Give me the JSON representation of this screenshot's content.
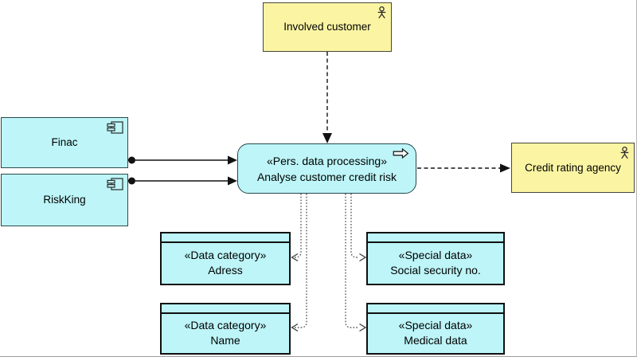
{
  "diagram": {
    "colors": {
      "background": "#ffffff",
      "actor_fill": "#FBF5A3",
      "app_fill": "#BDF5F8",
      "line_color": "#121212",
      "access_color": "#595959"
    },
    "nodes": {
      "involved_customer": {
        "label": "Involved customer",
        "type": "business-actor"
      },
      "finac": {
        "label": "Finac",
        "type": "application-component"
      },
      "riskking": {
        "label": "RiskKing",
        "type": "application-component"
      },
      "process": {
        "stereotype": "«Pers. data processing»",
        "label": "Analyse customer credit risk",
        "type": "application-process"
      },
      "credit_rating_agency": {
        "label": "Credit rating agency",
        "type": "business-actor"
      },
      "adress": {
        "stereotype": "«Data category»",
        "label": "Adress",
        "type": "data-object"
      },
      "social_security": {
        "stereotype": "«Special data»",
        "label": "Social security no.",
        "type": "data-object"
      },
      "name": {
        "stereotype": "«Data category»",
        "label": "Name",
        "type": "data-object"
      },
      "medical": {
        "stereotype": "«Special data»",
        "label": "Medical data",
        "type": "data-object"
      }
    },
    "edges": [
      {
        "from": "involved_customer",
        "to": "process",
        "style": "dashed",
        "arrow": "filled-triangle"
      },
      {
        "from": "finac",
        "to": "process",
        "style": "solid",
        "source_end": "ball",
        "arrow": "filled-triangle"
      },
      {
        "from": "riskking",
        "to": "process",
        "style": "solid",
        "source_end": "ball",
        "arrow": "filled-triangle"
      },
      {
        "from": "process",
        "to": "credit_rating_agency",
        "style": "dashed",
        "arrow": "filled-triangle"
      },
      {
        "from": "process",
        "to": "adress",
        "style": "dotted",
        "arrow": "open-chevron"
      },
      {
        "from": "process",
        "to": "name",
        "style": "dotted",
        "arrow": "open-chevron"
      },
      {
        "from": "process",
        "to": "social_security",
        "style": "dotted",
        "arrow": "open-chevron"
      },
      {
        "from": "process",
        "to": "medical",
        "style": "dotted",
        "arrow": "open-chevron"
      }
    ]
  }
}
